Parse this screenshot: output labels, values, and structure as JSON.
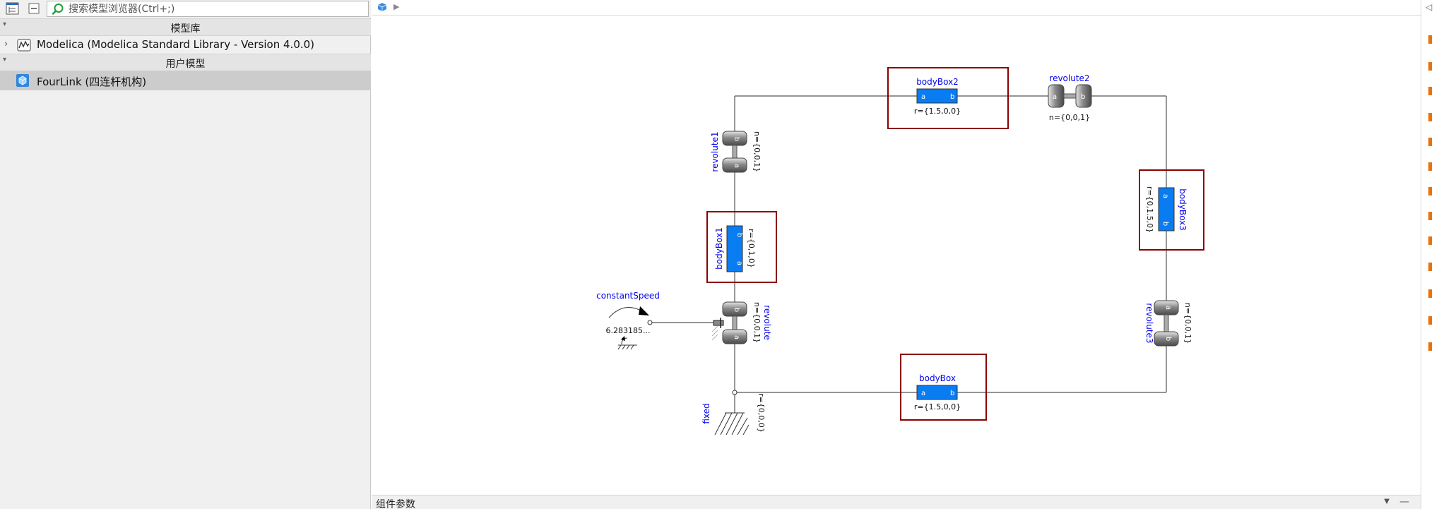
{
  "model_browser": {
    "search": {
      "placeholder": "搜索模型浏览器(Ctrl+;)"
    },
    "library_section": "模型库",
    "library_items": [
      {
        "label": "Modelica (Modelica Standard Library - Version 4.0.0)"
      }
    ],
    "user_section": "用户模型",
    "user_items": [
      {
        "label": "FourLink (四连杆机构)"
      }
    ]
  },
  "diagram": {
    "components": {
      "bodyBox2": {
        "name": "bodyBox2",
        "param": "r={1.5,0,0}"
      },
      "revolute2": {
        "name": "revolute2",
        "param": "n={0,0,1}"
      },
      "revolute1": {
        "name": "revolute1",
        "param": "n={0,0,1}"
      },
      "bodyBox1": {
        "name": "bodyBox1",
        "param": "r={0,1,0}"
      },
      "bodyBox3": {
        "name": "bodyBox3",
        "param": "r={0,1.5,0}"
      },
      "constantSpeed": {
        "name": "constantSpeed",
        "value": "6.283185..."
      },
      "revolute": {
        "name": "revolute",
        "param": "n={0,0,1}"
      },
      "revolute3": {
        "name": "revolute3",
        "param": "n={0,0,1}"
      },
      "fixed": {
        "name": "fixed",
        "param": "r={0,0,0}"
      },
      "bodyBox": {
        "name": "bodyBox",
        "param": "r={1.5,0,0}"
      }
    },
    "port_labels": {
      "a": "a",
      "b": "b"
    }
  },
  "param_panel": {
    "title": "组件参数"
  },
  "colors": {
    "selection_box": "#8b0000",
    "body_fill": "#0a7cf2",
    "label_blue": "#0000ee",
    "connection": "#555555"
  },
  "icons": [
    "tree-view-icon",
    "collapse-icon",
    "search-icon",
    "package-icon",
    "model-cube-icon",
    "home-cube-icon",
    "arrow-right-icon"
  ]
}
